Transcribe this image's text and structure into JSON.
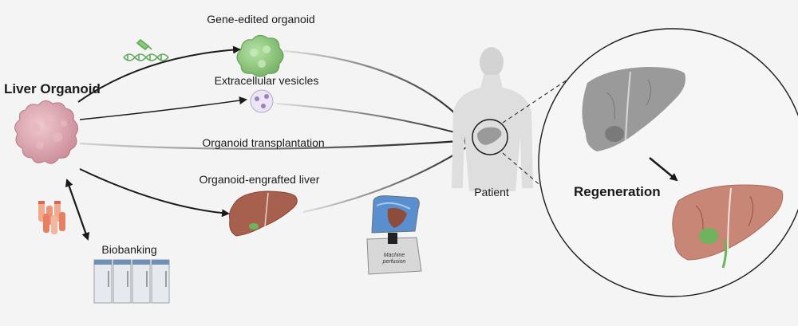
{
  "labels": {
    "source": "Liver Organoid",
    "gene_edited": "Gene-edited organoid",
    "vesicles": "Extracellular vesicles",
    "transplantation": "Organoid transplantation",
    "engrafted": "Organoid-engrafted liver",
    "biobanking": "Biobanking",
    "patient": "Patient",
    "regeneration": "Regeneration",
    "machine_line1": "Machine",
    "machine_line2": "perfusion"
  },
  "colors": {
    "background": "#f4f4f4",
    "organoid_pink": "#d9a3ad",
    "gene_edited_green": "#8cc97a",
    "vesicle_purple": "#c9b8dc",
    "liver_brown": "#a8604e",
    "healthy_liver": "#c88677",
    "grey_liver": "#9a9a9a",
    "arrow": "#1a1a1a"
  },
  "icons": [
    "dna-edit-icon",
    "test-tubes-icon",
    "freezer-icon",
    "machine-perfusion-icon",
    "patient-silhouette-icon"
  ]
}
